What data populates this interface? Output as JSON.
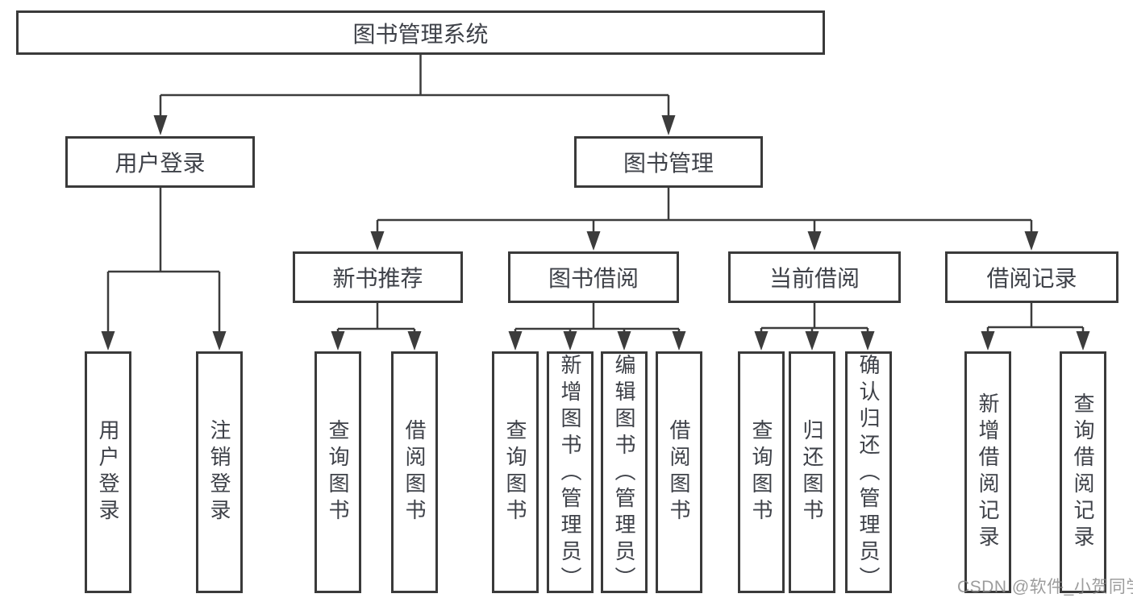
{
  "diagram": {
    "root": {
      "label": "图书管理系统"
    },
    "branches": [
      {
        "label": "用户登录",
        "leaves": [
          {
            "label": "用户登录"
          },
          {
            "label": "注销登录"
          }
        ]
      },
      {
        "label": "图书管理",
        "sections": [
          {
            "label": "新书推荐",
            "leaves": [
              {
                "label": "查询图书"
              },
              {
                "label": "借阅图书"
              }
            ]
          },
          {
            "label": "图书借阅",
            "leaves": [
              {
                "label": "查询图书"
              },
              {
                "label": "新增图书（管理员）"
              },
              {
                "label": "编辑图书（管理员）"
              },
              {
                "label": "借阅图书"
              }
            ]
          },
          {
            "label": "当前借阅",
            "leaves": [
              {
                "label": "查询图书"
              },
              {
                "label": "归还图书"
              },
              {
                "label": "确认归还（管理员）"
              }
            ]
          },
          {
            "label": "借阅记录",
            "leaves": [
              {
                "label": "新增借阅记录"
              },
              {
                "label": "查询借阅记录"
              }
            ]
          }
        ]
      }
    ],
    "watermark": "CSDN @软件_小贺同学",
    "colors": {
      "line": "#3c3c3c",
      "box_border": "#3a3a3a",
      "text": "#3e4148",
      "watermark": "#868686",
      "background": "#ffffff"
    }
  }
}
